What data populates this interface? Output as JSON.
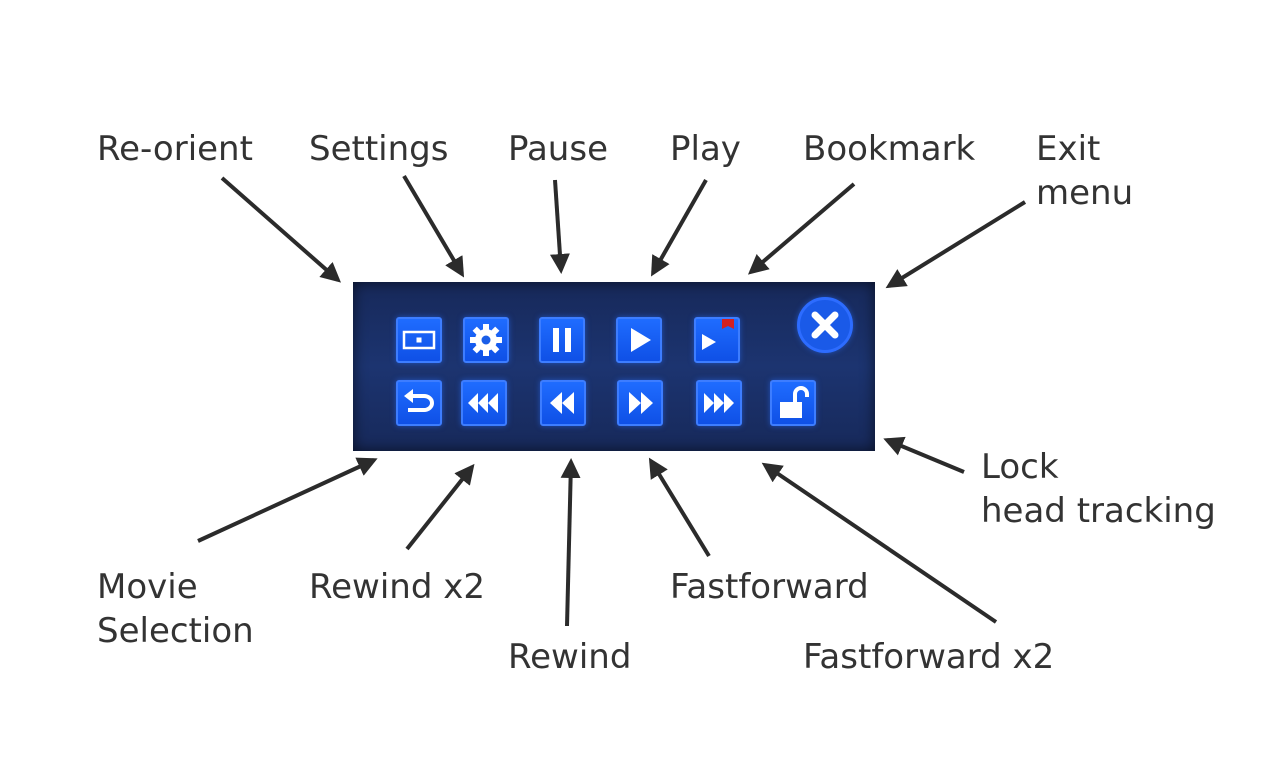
{
  "labels": {
    "reorient": "Re-orient",
    "settings": "Settings",
    "pause": "Pause",
    "play": "Play",
    "bookmark": "Bookmark",
    "exit_menu": [
      "Exit",
      "menu"
    ],
    "lock_head_tracking": [
      "Lock",
      "head tracking"
    ],
    "movie_selection": [
      "Movie",
      "Selection"
    ],
    "rewind_x2": "Rewind x2",
    "rewind": "Rewind",
    "fastforward": "Fastforward",
    "fastforward_x2": "Fastforward x2"
  },
  "icons": {
    "reorient": "screen-center-icon",
    "settings": "gear-icon",
    "pause": "pause-icon",
    "play": "play-icon",
    "bookmark": "bookmark-flag-icon",
    "exit": "close-icon",
    "movie_selection": "return-arrow-icon",
    "rewind_x2": "triple-rewind-icon",
    "rewind": "rewind-icon",
    "fastforward": "fastforward-icon",
    "fastforward_x2": "triple-fastforward-icon",
    "lock": "unlock-icon"
  },
  "colors": {
    "panel": "#1c3470",
    "button": "#1a5ee8",
    "button_border": "#3d7dff",
    "bookmark_flag": "#d42020",
    "label_text": "#333333"
  }
}
